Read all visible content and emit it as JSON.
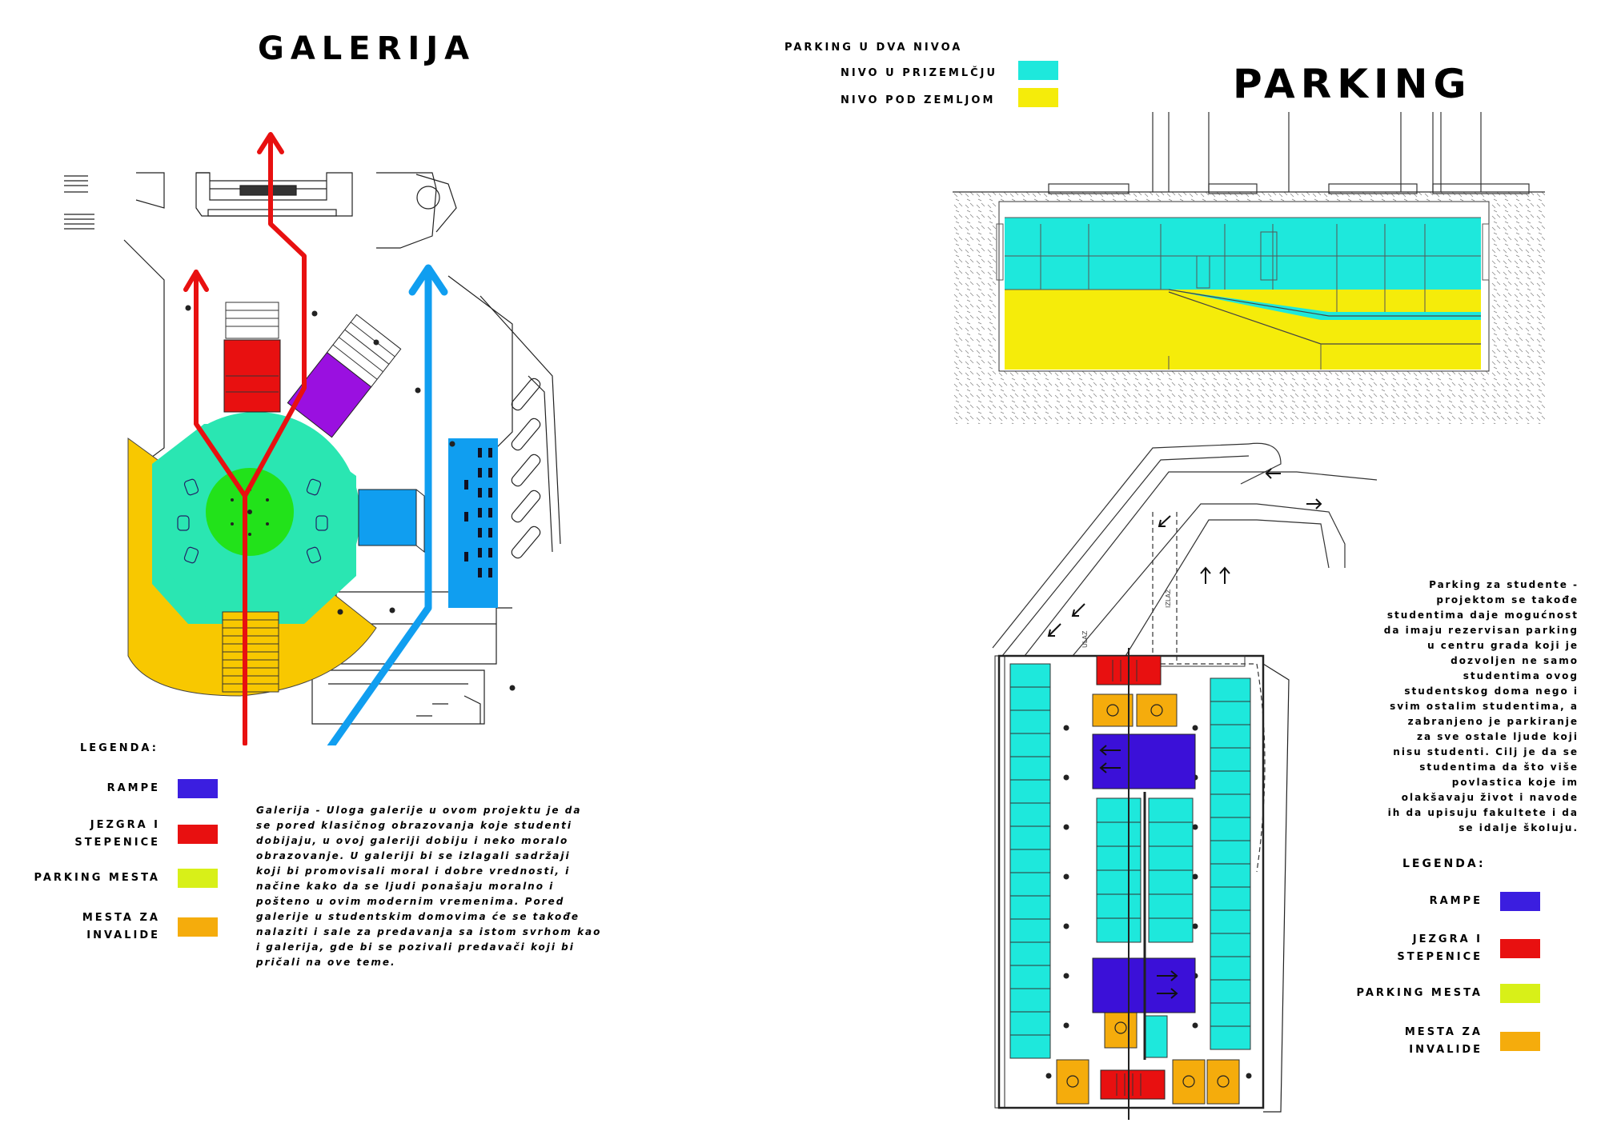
{
  "galerija": {
    "title": "GALERIJA",
    "legend_title": "LEGENDA:",
    "legend": [
      {
        "label_lines": [
          "RAMPE"
        ],
        "color": "#3b1ee0"
      },
      {
        "label_lines": [
          "JEZGRA I",
          "STEPENICE"
        ],
        "color": "#e81010"
      },
      {
        "label_lines": [
          "PARKING MESTA"
        ],
        "color": "#d8f018"
      },
      {
        "label_lines": [
          "MESTA ZA",
          "INVALIDE"
        ],
        "color": "#f5ac0c"
      }
    ],
    "description_lines": [
      "Galerija - Uloga galerije u ovom projektu je da",
      "se pored klasičnog obrazovanja koje studenti",
      "dobijaju, u ovoj galeriji dobiju i neko moralo",
      "obrazovanje. U galeriji bi se izlagali sadržaji",
      "koji bi promovisali moral i dobre vrednosti, i",
      "načine kako da se ljudi ponašaju moralno i",
      "pošteno u ovim modernim vremenima. Pored",
      "galerije u studentskim domovima će se takođe",
      "nalaziti i sale za predavanja sa istom svrhom kao",
      "i galerija, gde bi se pozivali predavači koji bi",
      "pričali na ove teme."
    ]
  },
  "parking": {
    "title": "PARKING",
    "levels_heading": "PARKING U DVA NIVOA",
    "levels": [
      {
        "label": "NIVO U PRIZEMLČJU",
        "color": "#1ee8dc"
      },
      {
        "label": "NIVO POD ZEMLJOM",
        "color": "#f5ec0a"
      }
    ],
    "description_lines": [
      "Parking za studente -",
      "projektom se takođe",
      "studentima daje mogućnost",
      "da imaju rezervisan parking",
      "u centru grada koji je",
      "dozvoljen ne samo",
      "studentima ovog",
      "studentskog doma nego i",
      "svim ostalim studentima, a",
      "zabranjeno je parkiranje",
      "za sve ostale ljude koji",
      "nisu studenti. Cilj je da se",
      "studentima da što više",
      "povlastica koje im",
      "olakšavaju život i navode",
      "ih da upisuju fakultete i da",
      "se idalje školuju."
    ],
    "legend_title": "LEGENDA:",
    "legend": [
      {
        "label_lines": [
          "RAMPE"
        ],
        "color": "#3b1ee0"
      },
      {
        "label_lines": [
          "JEZGRA I",
          "STEPENICE"
        ],
        "color": "#e81010"
      },
      {
        "label_lines": [
          "PARKING MESTA"
        ],
        "color": "#d8f018"
      },
      {
        "label_lines": [
          "MESTA ZA",
          "INVALIDE"
        ],
        "color": "#f5ac0c"
      }
    ],
    "plan_labels": {
      "ulaz": "ULAZ",
      "izlaz": "IZLAZ"
    }
  },
  "colors": {
    "cyan": "#1ee8dc",
    "green": "#14e010",
    "mint": "#22ecb4",
    "red_arrow": "#e81010",
    "blue_arrow": "#109ef0",
    "purple": "#9a10e0",
    "orange": "#f5ac0c",
    "ramp_blue": "#3b10d8"
  }
}
